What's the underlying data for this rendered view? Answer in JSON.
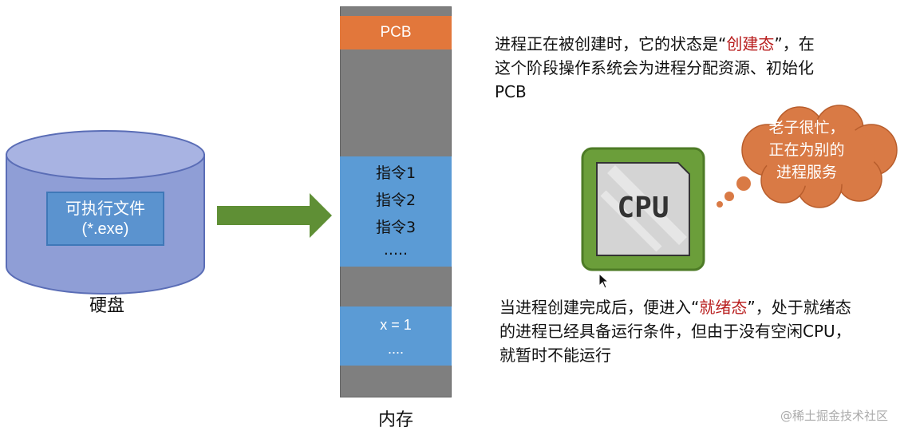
{
  "disk": {
    "file_label_line1": "可执行文件",
    "file_label_line2": "(*.exe)",
    "label": "硬盘"
  },
  "memory": {
    "pcb": "PCB",
    "code_lines": [
      "指令1",
      "指令2",
      "指令3",
      "....."
    ],
    "data_lines": [
      "x = 1",
      "...."
    ],
    "label": "内存"
  },
  "text_top": {
    "part1": "进程正在被创建时，它的状态是“",
    "highlight": "创建态",
    "part2": "”，在这个阶段操作系统会为进程分配资源、初始化PCB"
  },
  "cpu": {
    "label": "CPU"
  },
  "cloud": {
    "line1": "老子很忙，",
    "line2": "正在为别的",
    "line3": "进程服务"
  },
  "text_bottom": {
    "part1": "当进程创建完成后，便进入“",
    "highlight": "就绪态",
    "part2": "”，处于就绪态的进程已经具备运行条件，但由于没有空闲CPU，就暂时不能运行"
  },
  "watermark": "@稀土掘金技术社区",
  "colors": {
    "orange": "#e2773b",
    "blue": "#5b9bd5",
    "green_arrow": "#5f8f35",
    "highlight_red": "#b81d1d"
  }
}
